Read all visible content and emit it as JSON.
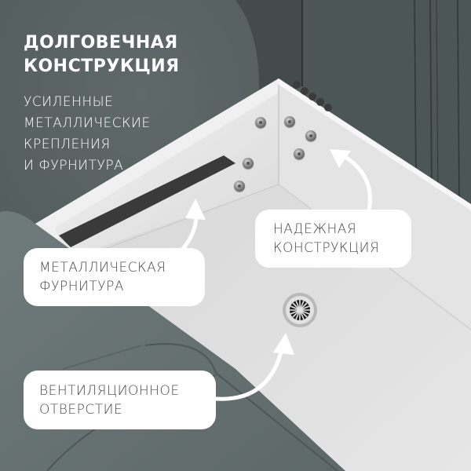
{
  "headline": {
    "lines": [
      "ДОЛГОВЕЧНАЯ",
      "КОНСТРУКЦИЯ"
    ]
  },
  "subheadline": {
    "lines": [
      "УСИЛЕННЫЕ",
      "МЕТАЛЛИЧЕСКИЕ",
      "КРЕПЛЕНИЯ",
      "И ФУРНИТУРА"
    ]
  },
  "callouts": [
    {
      "id": "reliable-construction",
      "lines": [
        "НАДЕЖНАЯ",
        "КОНСТРУКЦИЯ"
      ]
    },
    {
      "id": "metal-hardware",
      "lines": [
        "МЕТАЛЛИЧЕСКАЯ",
        "ФУРНИТУРА"
      ]
    },
    {
      "id": "ventilation-hole",
      "lines": [
        "ВЕНТИЛЯЦИОННОЕ",
        "ОТВЕРСТИЕ"
      ]
    }
  ],
  "colors": {
    "fabric_dark": "#4a5453",
    "fabric_light": "#6e7a79",
    "box_white": "#e8e8e8",
    "box_floor": "#dcdcdc",
    "chip_bg": "#ffffff",
    "chip_text": "#4a4a4a",
    "headline_text": "#ffffff",
    "rail_dark": "#3a3a3a"
  }
}
